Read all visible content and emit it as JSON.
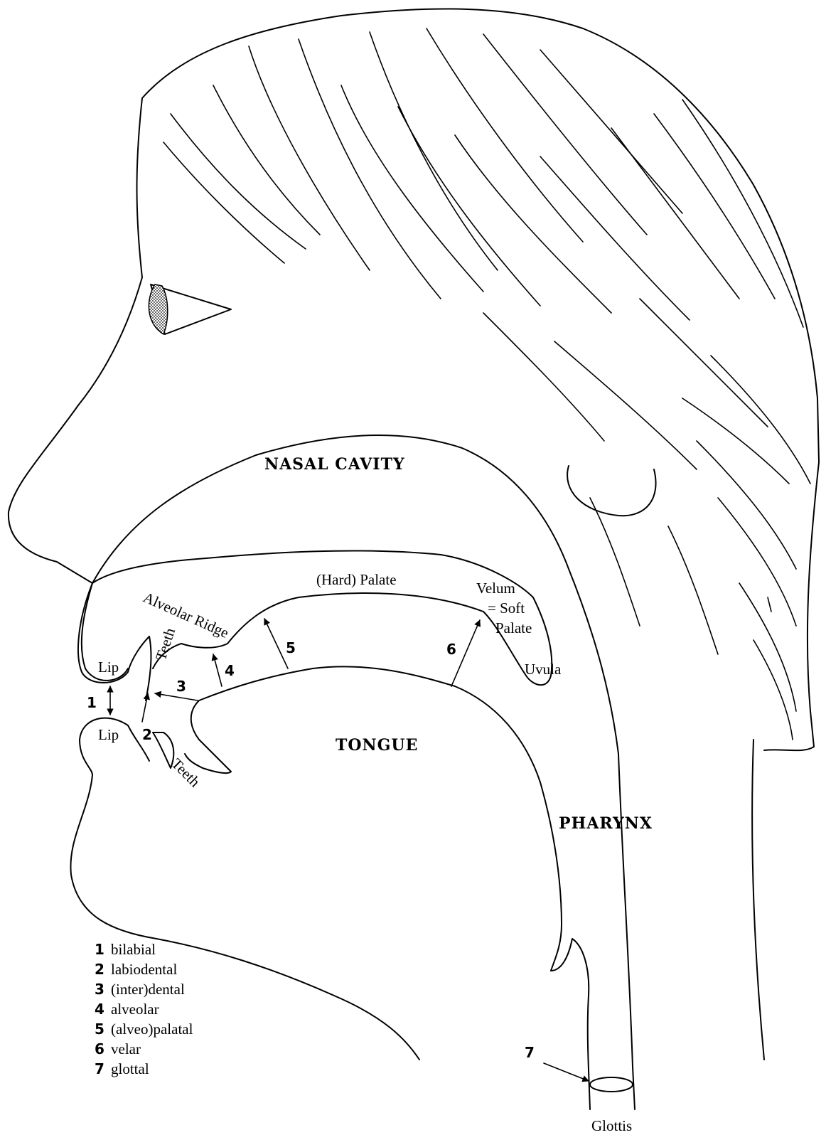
{
  "regions": {
    "nasal_cavity": "NASAL CAVITY",
    "tongue": "TONGUE",
    "pharynx": "PHARYNX"
  },
  "structures": {
    "hard_palate": "(Hard) Palate",
    "velum": "Velum",
    "soft_palate": "= Soft",
    "soft_palate_2": "Palate",
    "uvula": "Uvula",
    "upper_lip": "Lip",
    "lower_lip": "Lip",
    "upper_teeth": "Teeth",
    "lower_teeth": "Teeth",
    "alveolar_ridge": "Alveolar Ridge",
    "glottis": "Glottis"
  },
  "markers": [
    "1",
    "2",
    "3",
    "4",
    "5",
    "6",
    "7"
  ],
  "legend": [
    {
      "num": "1",
      "text": "bilabial"
    },
    {
      "num": "2",
      "text": "labiodental"
    },
    {
      "num": "3",
      "text": "(inter)dental"
    },
    {
      "num": "4",
      "text": "alveolar"
    },
    {
      "num": "5",
      "text": "(alveo)palatal"
    },
    {
      "num": "6",
      "text": "velar"
    },
    {
      "num": "7",
      "text": "glottal"
    }
  ]
}
